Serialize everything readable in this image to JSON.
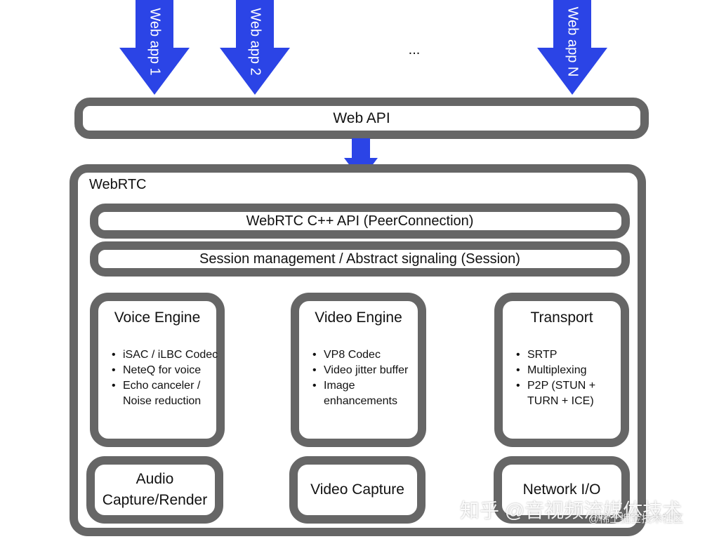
{
  "colors": {
    "arrow": "#2b44e6",
    "border": "#666666",
    "background": "#ffffff"
  },
  "web_apps": [
    {
      "label": "Web app 1"
    },
    {
      "label": "Web app 2"
    },
    {
      "label": "Web app N"
    }
  ],
  "ellipsis": "...",
  "web_api": {
    "label": "Web API"
  },
  "webrtc": {
    "title": "WebRTC",
    "cpp_api": "WebRTC C++ API (PeerConnection)",
    "session": "Session management / Abstract signaling (Session)",
    "engines": [
      {
        "title": "Voice Engine",
        "items": [
          "iSAC / iLBC Codec",
          "NeteQ for voice",
          "Echo canceler / Noise reduction"
        ]
      },
      {
        "title": "Video Engine",
        "items": [
          "VP8 Codec",
          "Video jitter buffer",
          "Image enhancements"
        ]
      },
      {
        "title": "Transport",
        "items": [
          "SRTP",
          "Multiplexing",
          "P2P (STUN + TURN + ICE)"
        ]
      }
    ],
    "bottom": [
      {
        "label": "Audio Capture/Render"
      },
      {
        "label": "Video Capture"
      },
      {
        "label": "Network I/O"
      }
    ]
  },
  "watermark": {
    "main": "知乎 @音视频流媒体技术",
    "sub": "@稀土掘金技术社区"
  }
}
